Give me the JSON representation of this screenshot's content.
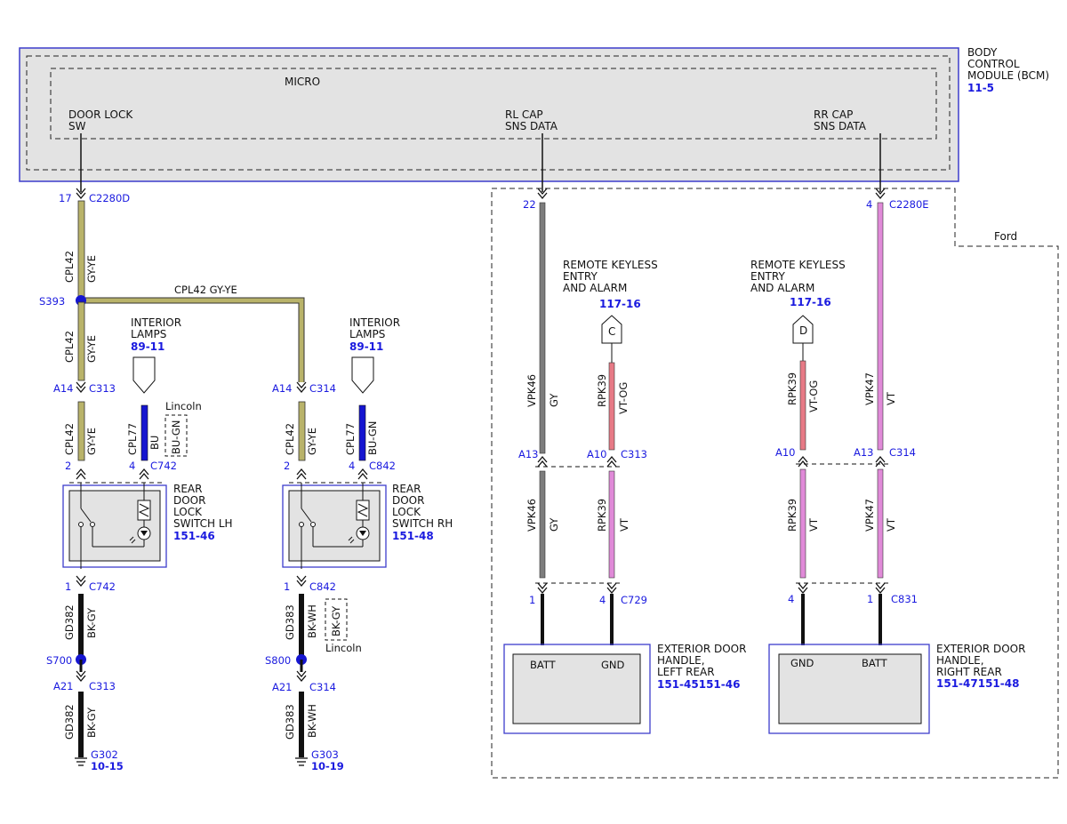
{
  "bcm": {
    "title_lines": [
      "BODY",
      "CONTROL",
      "MODULE (BCM)"
    ],
    "ref": "11-5",
    "micro": "MICRO",
    "sig1": [
      "DOOR LOCK",
      "SW"
    ],
    "sig2": [
      "RL CAP",
      "SNS DATA"
    ],
    "sig3": [
      "RR CAP",
      "SNS DATA"
    ]
  },
  "ford_label": "Ford",
  "lincoln_label": "Lincoln",
  "connectors": {
    "c2280d_pin": "17",
    "c2280d": "C2280D",
    "c2280e_pin_rl": "22",
    "c2280e_pin_rr": "4",
    "c2280e": "C2280E",
    "s393": "S393",
    "lh_a14": "A14",
    "lh_c313": "C313",
    "rh_a14": "A14",
    "rh_c314": "C314",
    "lh_pin2": "2",
    "lh_pin4": "4",
    "c742": "C742",
    "rh_pin2": "2",
    "rh_pin4": "4",
    "c842": "C842",
    "lh_pin1": "1",
    "c742b": "C742",
    "rh_pin1": "1",
    "c842b": "C842",
    "s700": "S700",
    "s800": "S800",
    "lh_a21": "A21",
    "lh_c313b": "C313",
    "rh_a21": "A21",
    "rh_c314b": "C314",
    "g302": "G302",
    "g302_ref": "10-15",
    "g303": "G303",
    "g303_ref": "10-19",
    "mid_a13": "A13",
    "mid_a10": "A10",
    "mid_c313": "C313",
    "right_a10": "A10",
    "right_a13": "A13",
    "right_c314": "C314",
    "c729_p1": "1",
    "c729_p4": "4",
    "c729": "C729",
    "c831_p4": "4",
    "c831_p1": "1",
    "c831": "C831"
  },
  "wires": {
    "cpl42": "CPL42",
    "gy_ye": "GY-YE",
    "cpl42_horiz": "CPL42   GY-YE",
    "cpl77": "CPL77",
    "bu": "BU",
    "bu_gn": "BU-GN",
    "gd382": "GD382",
    "gd383": "GD383",
    "bk_gy": "BK-GY",
    "bk_wh": "BK-WH",
    "vpk46": "VPK46",
    "gy": "GY",
    "rpk39": "RPK39",
    "vt_og": "VT-OG",
    "vt": "VT",
    "vpk47": "VPK47"
  },
  "interior_lamps": {
    "lines": [
      "INTERIOR",
      "LAMPS"
    ],
    "ref": "89-11"
  },
  "rke": {
    "lines": [
      "REMOTE KEYLESS",
      "ENTRY",
      "AND ALARM"
    ],
    "ref": "117-16",
    "c": "C",
    "d": "D"
  },
  "switch_lh": {
    "lines": [
      "REAR",
      "DOOR",
      "LOCK",
      "SWITCH LH"
    ],
    "ref": "151-46"
  },
  "switch_rh": {
    "lines": [
      "REAR",
      "DOOR",
      "LOCK",
      "SWITCH RH"
    ],
    "ref": "151-48"
  },
  "handle_lr": {
    "lines": [
      "EXTERIOR DOOR",
      "HANDLE,",
      "LEFT REAR"
    ],
    "ref": "151-45151-46",
    "batt": "BATT",
    "gnd": "GND"
  },
  "handle_rr": {
    "lines": [
      "EXTERIOR DOOR",
      "HANDLE,",
      "RIGHT REAR"
    ],
    "ref": "151-47151-48",
    "batt": "BATT",
    "gnd": "GND"
  },
  "colors": {
    "gy_ye": "#b9b36a",
    "blue": "#1515d0",
    "black": "#111111",
    "gray": "#7d7d7d",
    "pink": "#e08ad8",
    "vt_og": "#e77a86",
    "frame": "#3d3dcc"
  }
}
